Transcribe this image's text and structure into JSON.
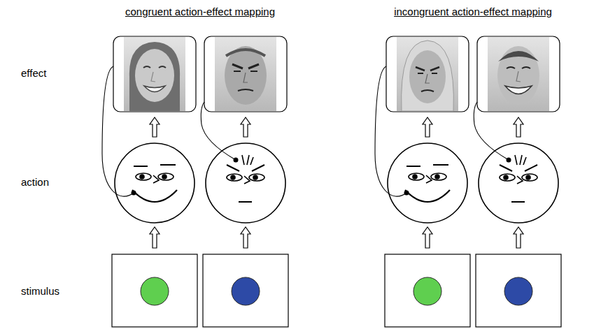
{
  "diagram": {
    "labels": [
      "congruent action-effect mapping",
      "incongruent action-effect mapping",
      "effect",
      "action",
      "stimulus"
    ]
  }
}
